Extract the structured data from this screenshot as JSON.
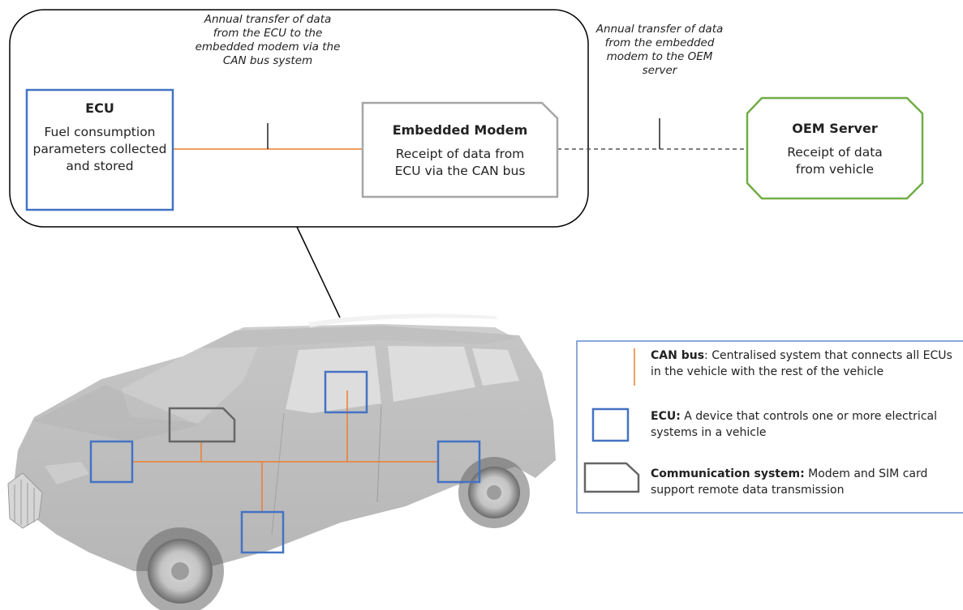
{
  "flow": {
    "ecu": {
      "title": "ECU",
      "text": "Fuel consumption parameters collected and stored"
    },
    "modem": {
      "title": "Embedded Modem",
      "text": "Receipt of data from ECU via the CAN bus"
    },
    "oem": {
      "title": "OEM Server",
      "text": "Receipt of data from vehicle"
    },
    "annotation_ecu_modem": "Annual transfer of data from the ECU to the embedded modem via the CAN bus system",
    "annotation_modem_oem": "Annual transfer of data from the embedded modem to the OEM server"
  },
  "legend": {
    "can_bus": {
      "term": "CAN bus",
      "text": ": Centralised system that connects all ECUs in the vehicle with the rest of the vehicle"
    },
    "ecu": {
      "term": "ECU:",
      "text": " A device that controls one or more electrical systems in a vehicle"
    },
    "communication": {
      "term": "Communication system:",
      "text": " Modem and SIM card support remote data transmission"
    }
  },
  "colors": {
    "ecu_blue": "#4472c4",
    "can_orange": "#ed7d31",
    "modem_gray": "#a6a6a6",
    "oem_green": "#70ad47",
    "comm_dark": "#666666",
    "car_body": "#9a9a9a"
  }
}
